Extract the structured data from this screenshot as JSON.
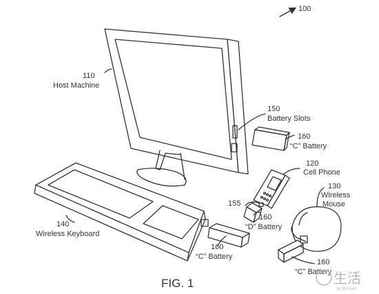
{
  "figure_ref": "100",
  "figure_caption": "FIG. 1",
  "colors": {
    "line": "#333333",
    "background": "#ffffff",
    "watermark": "#b8b8b8"
  },
  "labels": {
    "host_machine": {
      "number": "110",
      "text": "Host Machine"
    },
    "battery_slots": {
      "number": "150",
      "text": "Battery Slots"
    },
    "battery_c_top": {
      "number": "160",
      "text": "“C” Battery"
    },
    "cell_phone": {
      "number": "120",
      "text": "Cell Phone"
    },
    "wireless_mouse": {
      "number": "130",
      "line1": "Wireless",
      "line2": "Mouse"
    },
    "phone_slot": {
      "number": "155"
    },
    "battery_d": {
      "number": "160",
      "text": "“D” Battery"
    },
    "wireless_keyboard": {
      "number": "140",
      "text": "Wireless Keyboard"
    },
    "battery_c_keyboard": {
      "number": "160",
      "text": "“C” Battery"
    },
    "battery_c_mouse": {
      "number": "160",
      "text": "“C” Battery"
    }
  },
  "watermark": {
    "logo_text": "生活",
    "small_text": "3g life.com"
  }
}
